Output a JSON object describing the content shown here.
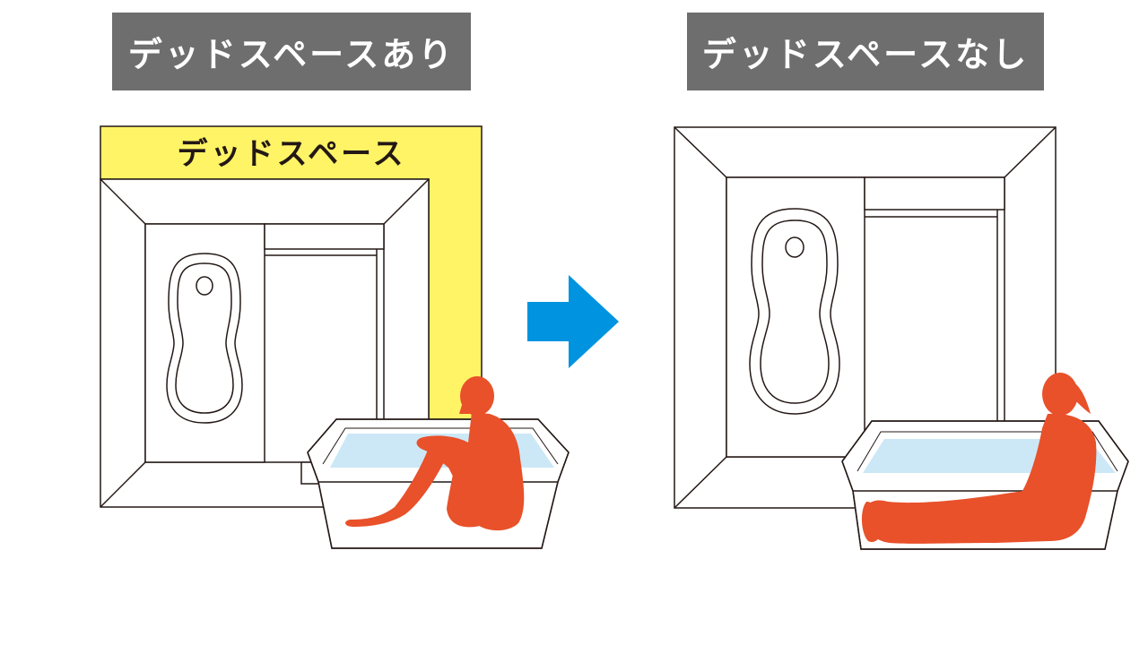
{
  "headings": {
    "left": "デッドスペースあり",
    "right": "デッドスペースなし"
  },
  "left_panel": {
    "dead_space_label": "デッドスペース"
  },
  "colors": {
    "heading_bg": "#6e6e6e",
    "heading_text": "#ffffff",
    "dead_space_fill": "#fff466",
    "arrow": "#0094e0",
    "person": "#e8512a",
    "water": "#cce8f7",
    "line": "#231815"
  },
  "icons": {
    "arrow": "right-arrow-icon",
    "person": "bathing-person-icon"
  }
}
